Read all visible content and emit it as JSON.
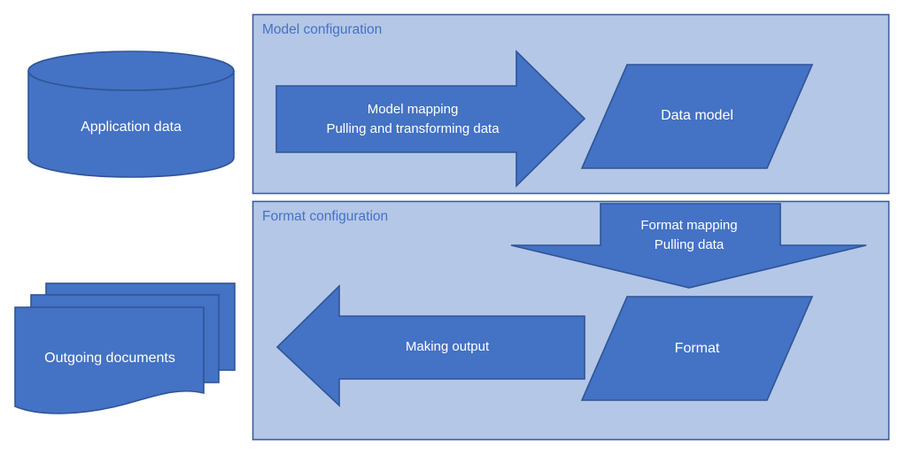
{
  "colors": {
    "shape_fill": "#4472C4",
    "shape_border": "#2F5597",
    "panel_fill": "#B4C7E7",
    "panel_border": "#3E5C9E",
    "title_text": "#4472C4",
    "label_text": "#FFFFFF",
    "background": "#FFFFFF"
  },
  "panels": {
    "model_configuration": {
      "title": "Model configuration"
    },
    "format_configuration": {
      "title": "Format configuration"
    }
  },
  "nodes": {
    "application_data": {
      "label": "Application data",
      "shape": "cylinder"
    },
    "data_model": {
      "label": "Data model",
      "shape": "parallelogram"
    },
    "format": {
      "label": "Format",
      "shape": "parallelogram"
    },
    "outgoing_documents": {
      "label": "Outgoing documents",
      "shape": "document-stack"
    }
  },
  "arrows": {
    "model_mapping": {
      "line1": "Model mapping",
      "line2": "Pulling and transforming data",
      "direction": "right"
    },
    "format_mapping": {
      "line1": "Format mapping",
      "line2": "Pulling data",
      "direction": "down"
    },
    "making_output": {
      "line1": "Making output",
      "direction": "left"
    }
  }
}
